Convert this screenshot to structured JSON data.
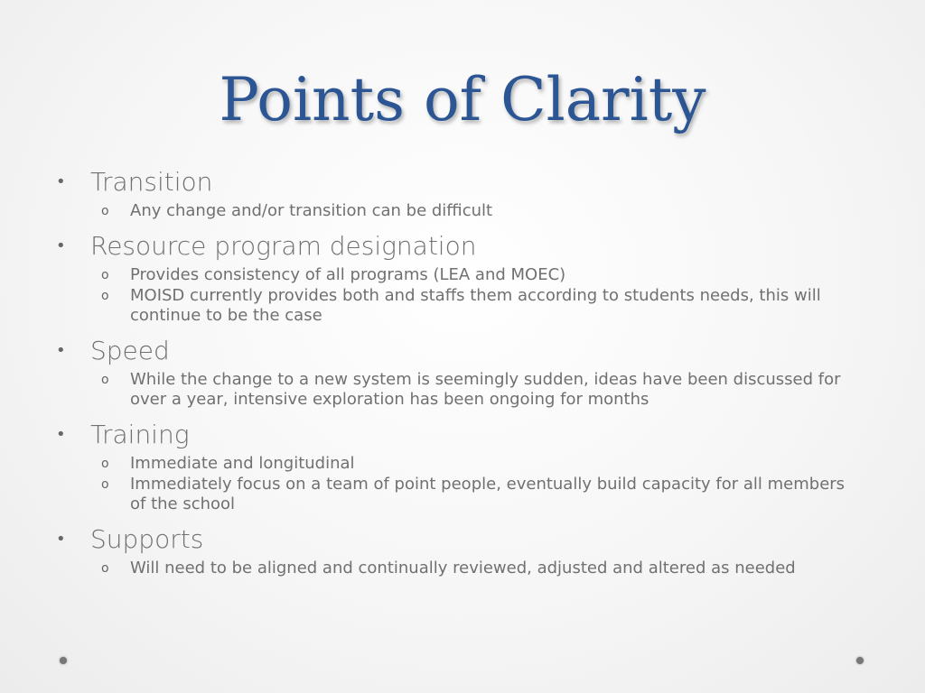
{
  "slide": {
    "title": "Points of Clarity",
    "bullet_marker": "•",
    "sub_marker": "o",
    "items": [
      {
        "label": "Transition",
        "subs": [
          "Any change and/or transition can be difficult"
        ]
      },
      {
        "label": "Resource program designation",
        "subs": [
          "Provides consistency of all programs (LEA and MOEC)",
          "MOISD currently provides both and staffs them according to students needs, this will continue to be the case"
        ]
      },
      {
        "label": "Speed",
        "subs": [
          "While the change to a new system is seemingly sudden, ideas have been discussed for over a year, intensive exploration has been ongoing for months"
        ]
      },
      {
        "label": "Training",
        "subs": [
          "Immediate and longitudinal",
          "Immediately focus on a team of point people, eventually build capacity for all members of the school"
        ]
      },
      {
        "label": "Supports",
        "subs": [
          "Will need to be aligned and continually reviewed, adjusted and altered as needed"
        ]
      }
    ]
  }
}
